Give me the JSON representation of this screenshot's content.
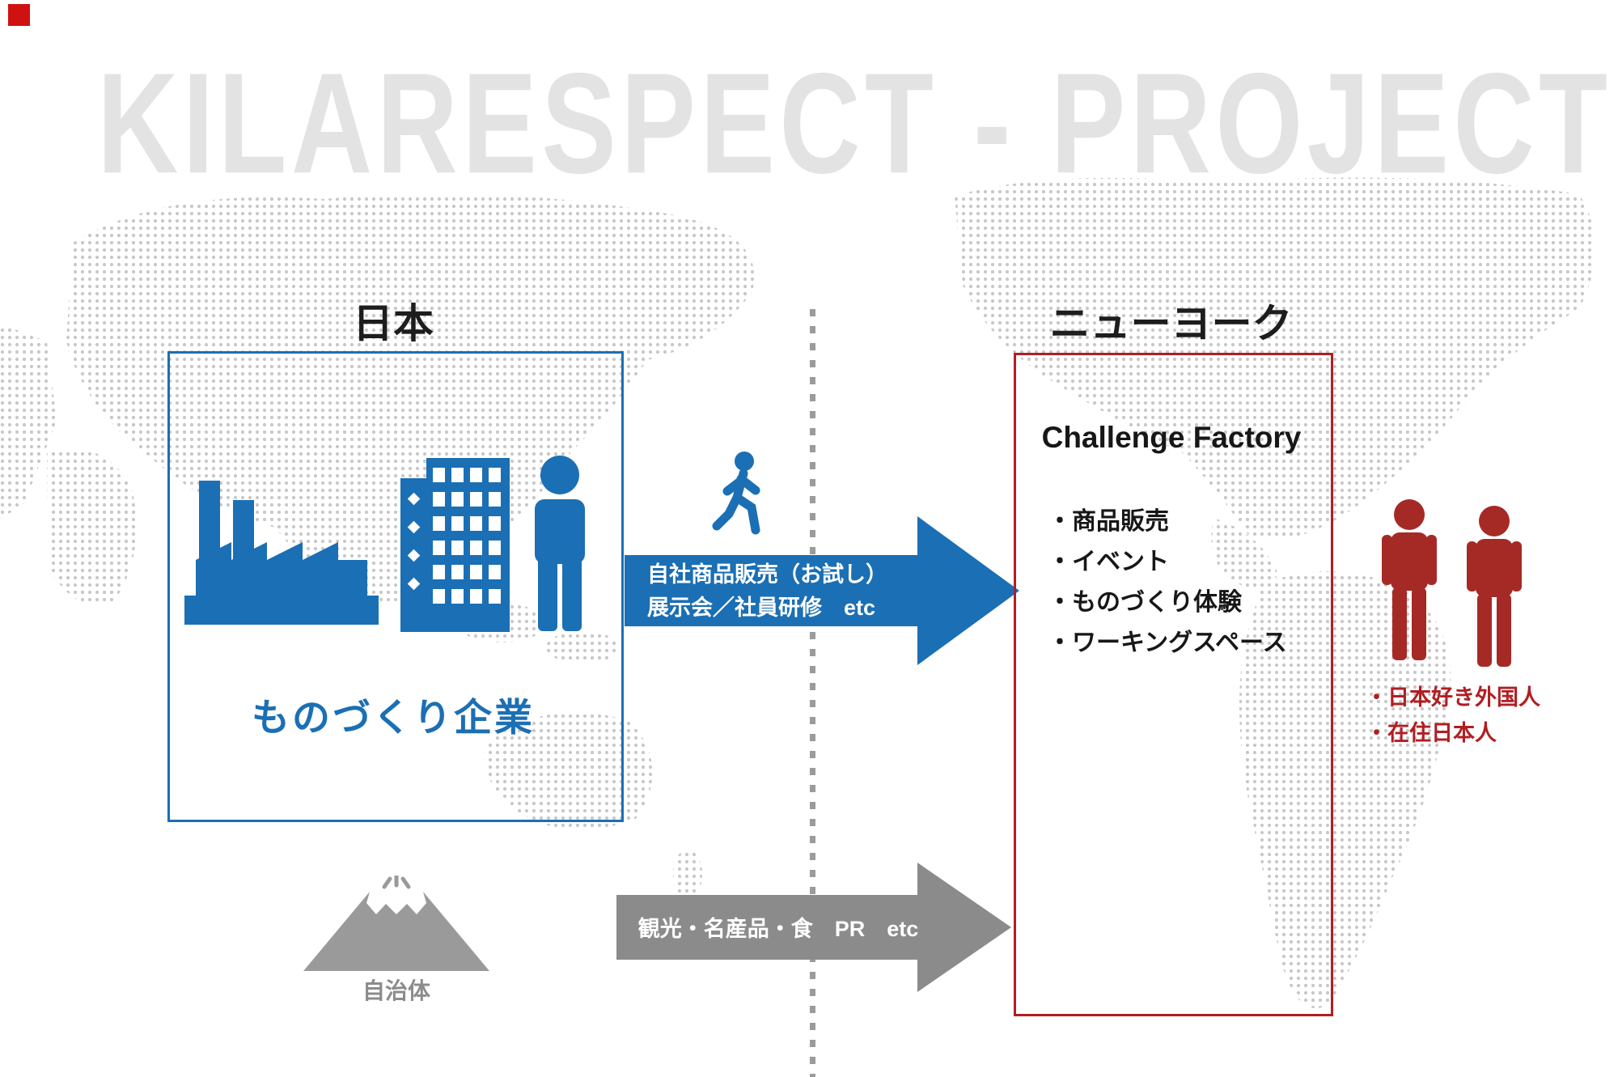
{
  "title": "KILARESPECT - PROJECT",
  "japan": {
    "label": "日本",
    "caption": "ものづくり企業"
  },
  "newyork": {
    "label": "ニューヨーク",
    "box_title": "Challenge Factory",
    "items": [
      "・商品販売",
      "・イベント",
      "・ものづくり体験",
      "・ワーキングスペース"
    ]
  },
  "arrows": {
    "blue": {
      "line1": "自社商品販売（お試し）",
      "line2": "展示会／社員研修　etc"
    },
    "gray": {
      "label": "観光・名産品・食　PR　etc"
    }
  },
  "audience": {
    "items": [
      "・日本好き外国人",
      "・在住日本人"
    ]
  },
  "municipality": {
    "label": "自治体"
  },
  "colors": {
    "blue": "#1b6fb4",
    "red": "#b01e23",
    "person_red": "#a52a26",
    "gray": "#8b8b8b",
    "title_gray": "#e3e3e3",
    "map_dot": "#c8c8c8"
  }
}
